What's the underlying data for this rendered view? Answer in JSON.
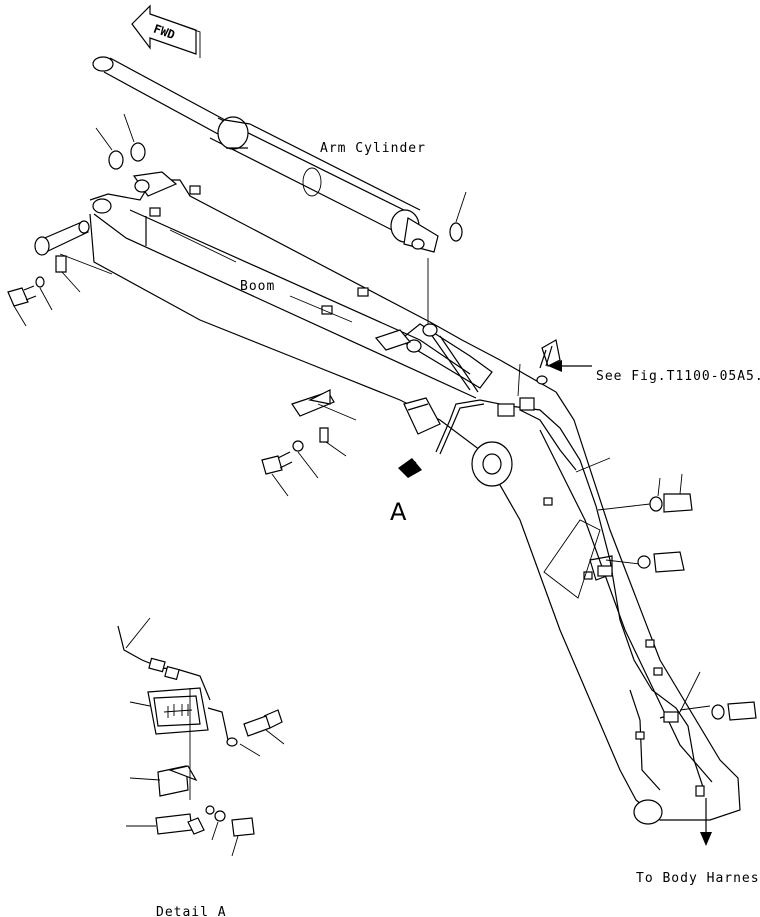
{
  "labels": {
    "fwd": "FWD",
    "arm_cylinder": "Arm Cylinder",
    "boom": "Boom",
    "see_fig": "See Fig.T1100-05A5.",
    "view_a": "A",
    "to_body_harness": "To Body Harness",
    "detail_a": "Detail A"
  }
}
